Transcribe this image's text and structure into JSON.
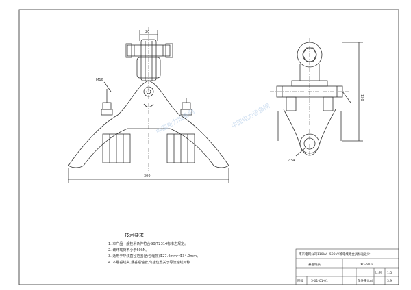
{
  "dimensions": {
    "top_width": "20",
    "bolt_left": "M16",
    "total_width": "300",
    "height": "130",
    "diameter": "Ø34"
  },
  "notes": {
    "heading": "技术要求",
    "items": [
      "1. 本产品一般技术条件符合GB/T2314标准之规定。",
      "2. 破坏载荷不小于60kN。",
      "3. 适用于导线直径范围(含包缠物)Φ27.4mm~Φ34.0mm。",
      "4. 本悬垂线夹,悬垂铝轴管,匀挂位置关于导流轴线对称"
    ]
  },
  "title_block": {
    "designer": "南京电网公司110kV~500kV输电线路金具标准设计",
    "product_name": "悬垂线夹",
    "model": "XG-6034",
    "drawing_number_label": "图号",
    "drawing_number": "5-01-01-01",
    "unit_weight_label": "单件重(kg)",
    "scale_label": "比例",
    "scale_value": "1:5",
    "weight_value": "3.9"
  },
  "watermark": "中国电力设备网"
}
